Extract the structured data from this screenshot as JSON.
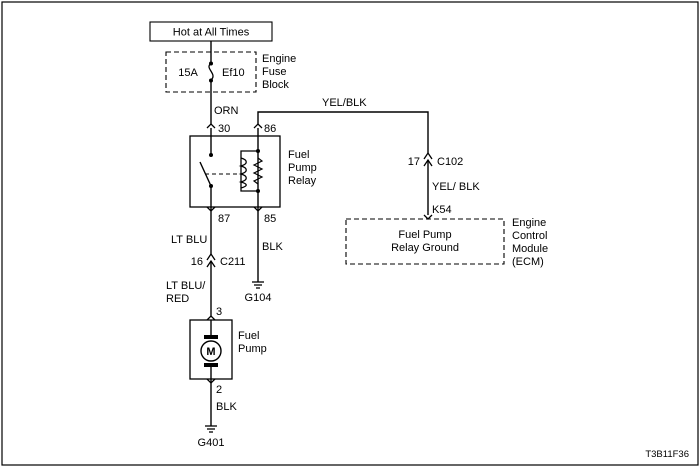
{
  "diagram": {
    "hot_label": "Hot at All Times",
    "fuse_block": {
      "rating": "15A",
      "id": "Ef10",
      "name_line1": "Engine",
      "name_line2": "Fuse",
      "name_line3": "Block"
    },
    "wires": {
      "orn": "ORN",
      "yel_blk_top": "YEL/BLK",
      "yel_blk_ecm": "YEL/ BLK",
      "lt_blu": "LT BLU",
      "blk_relay": "BLK",
      "lt_blu_red_line1": "LT BLU/",
      "lt_blu_red_line2": "RED",
      "blk_pump": "BLK"
    },
    "relay": {
      "pin_30": "30",
      "pin_86": "86",
      "pin_87": "87",
      "pin_85": "85",
      "name_line1": "Fuel",
      "name_line2": "Pump",
      "name_line3": "Relay"
    },
    "connectors": {
      "c102_pin": "17",
      "c102": "C102",
      "c211_pin": "16",
      "c211": "C211"
    },
    "ecm": {
      "pin": "K54",
      "inner_line1": "Fuel Pump",
      "inner_line2": "Relay Ground",
      "name_line1": "Engine",
      "name_line2": "Control",
      "name_line3": "Module",
      "name_line4": "(ECM)"
    },
    "grounds": {
      "g104": "G104",
      "g401": "G401"
    },
    "pump": {
      "pin_top": "3",
      "pin_bottom": "2",
      "motor_symbol": "M",
      "name_line1": "Fuel",
      "name_line2": "Pump"
    },
    "figure_id": "T3B11F36"
  }
}
